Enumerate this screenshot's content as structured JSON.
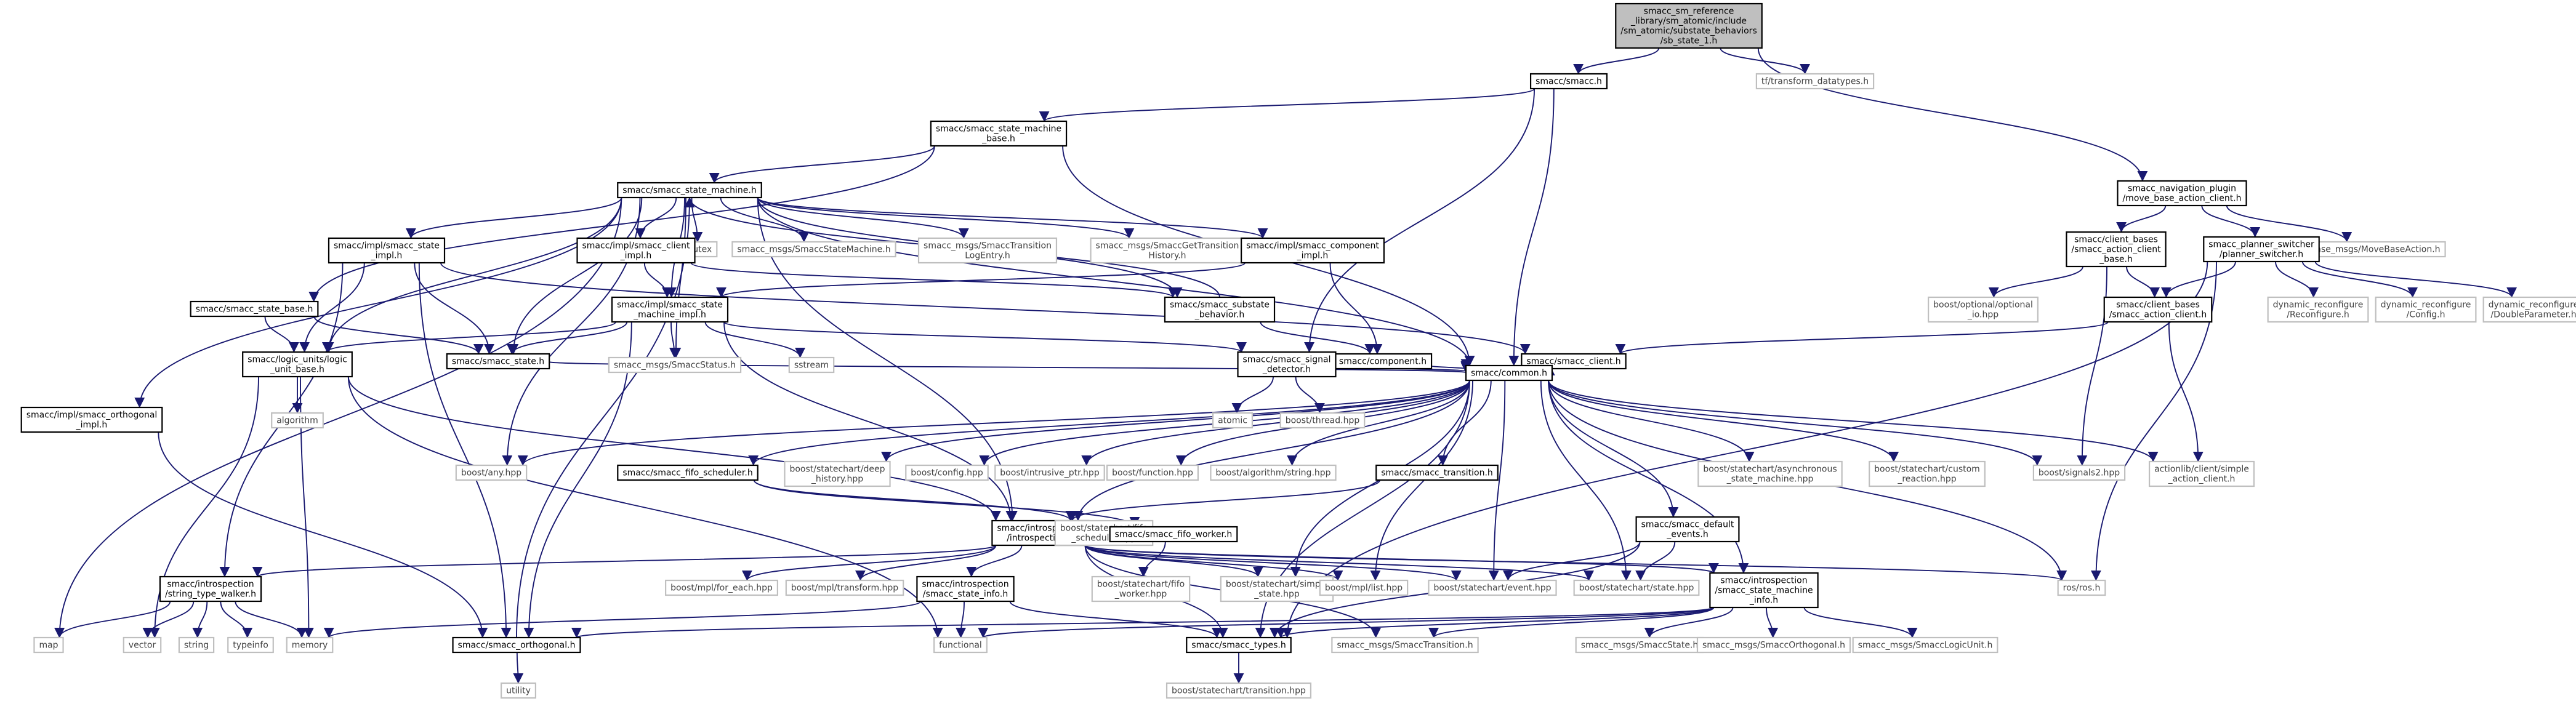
{
  "diagram": {
    "colors": {
      "edge": "#191970",
      "root_fill": "#bfbfbf",
      "root_border": "#000000",
      "node_fill": "#ffffff",
      "documented_border": "#000000",
      "external_border": "#bfbfbf",
      "text": "#000000",
      "external_text": "#404040"
    },
    "nodes": [
      {
        "id": "root",
        "lines": [
          "smacc_sm_reference",
          "_library/sm_atomic/include",
          "/sm_atomic/substate_behaviors",
          "/sb_state_1.h"
        ],
        "kind": "root"
      },
      {
        "id": "smacc_h",
        "lines": [
          "smacc/smacc.h"
        ],
        "kind": "doc"
      },
      {
        "id": "tf",
        "lines": [
          "tf/transform_datatypes.h"
        ],
        "kind": "ext"
      },
      {
        "id": "smb",
        "lines": [
          "smacc/smacc_state_machine",
          "_base.h"
        ],
        "kind": "doc"
      },
      {
        "id": "nav",
        "lines": [
          "smacc_navigation_plugin",
          "/move_base_action_client.h"
        ],
        "kind": "doc"
      },
      {
        "id": "sm",
        "lines": [
          "smacc/smacc_state_machine.h"
        ],
        "kind": "doc"
      },
      {
        "id": "ssi",
        "lines": [
          "smacc/impl/smacc_state",
          "_impl.h"
        ],
        "kind": "doc"
      },
      {
        "id": "mutex",
        "lines": [
          "mutex"
        ],
        "kind": "ext"
      },
      {
        "id": "msm",
        "lines": [
          "smacc_msgs/SmaccStateMachine.h"
        ],
        "kind": "ext"
      },
      {
        "id": "mtle",
        "lines": [
          "smacc_msgs/SmaccTransition",
          "LogEntry.h"
        ],
        "kind": "ext"
      },
      {
        "id": "mgth",
        "lines": [
          "smacc_msgs/SmaccGetTransition",
          "History.h"
        ],
        "kind": "ext"
      },
      {
        "id": "sci",
        "lines": [
          "smacc/impl/smacc_client",
          "_impl.h"
        ],
        "kind": "doc"
      },
      {
        "id": "scmi",
        "lines": [
          "smacc/impl/smacc_component",
          "_impl.h"
        ],
        "kind": "doc"
      },
      {
        "id": "cb",
        "lines": [
          "smacc/client_bases",
          "/smacc_action_client",
          "_base.h"
        ],
        "kind": "doc"
      },
      {
        "id": "mbmsg",
        "lines": [
          "move_base_msgs/MoveBaseAction.h"
        ],
        "kind": "ext"
      },
      {
        "id": "ps",
        "lines": [
          "smacc_planner_switcher",
          "/planner_switcher.h"
        ],
        "kind": "doc"
      },
      {
        "id": "ssb",
        "lines": [
          "smacc/smacc_state_base.h"
        ],
        "kind": "doc"
      },
      {
        "id": "ssmi",
        "lines": [
          "smacc/impl/smacc_state",
          "_machine_impl.h"
        ],
        "kind": "doc"
      },
      {
        "id": "ssub",
        "lines": [
          "smacc/smacc_substate",
          "_behavior.h"
        ],
        "kind": "doc"
      },
      {
        "id": "boptio",
        "lines": [
          "boost/optional/optional",
          "_io.hpp"
        ],
        "kind": "ext"
      },
      {
        "id": "cbac",
        "lines": [
          "smacc/client_bases",
          "/smacc_action_client.h"
        ],
        "kind": "doc"
      },
      {
        "id": "dr1",
        "lines": [
          "dynamic_reconfigure",
          "/Reconfigure.h"
        ],
        "kind": "ext"
      },
      {
        "id": "dr2",
        "lines": [
          "dynamic_reconfigure",
          "/Config.h"
        ],
        "kind": "ext"
      },
      {
        "id": "dr3",
        "lines": [
          "dynamic_reconfigure",
          "/DoubleParameter.h"
        ],
        "kind": "ext"
      },
      {
        "id": "ss",
        "lines": [
          "smacc/smacc_state.h"
        ],
        "kind": "doc"
      },
      {
        "id": "ssmsg",
        "lines": [
          "smacc_msgs/SmaccStatus.h"
        ],
        "kind": "ext"
      },
      {
        "id": "sstream",
        "lines": [
          "sstream"
        ],
        "kind": "ext"
      },
      {
        "id": "comp",
        "lines": [
          "smacc/component.h"
        ],
        "kind": "doc"
      },
      {
        "id": "client",
        "lines": [
          "smacc/smacc_client.h"
        ],
        "kind": "doc"
      },
      {
        "id": "logic",
        "lines": [
          "smacc/logic_units/logic",
          "_unit_base.h"
        ],
        "kind": "doc"
      },
      {
        "id": "sigdet",
        "lines": [
          "smacc/smacc_signal",
          "_detector.h"
        ],
        "kind": "doc"
      },
      {
        "id": "algo",
        "lines": [
          "algorithm"
        ],
        "kind": "ext"
      },
      {
        "id": "orthoi",
        "lines": [
          "smacc/impl/smacc_orthogonal",
          "_impl.h"
        ],
        "kind": "doc"
      },
      {
        "id": "atomic",
        "lines": [
          "atomic"
        ],
        "kind": "ext"
      },
      {
        "id": "bthread",
        "lines": [
          "boost/thread.hpp"
        ],
        "kind": "ext"
      },
      {
        "id": "common",
        "lines": [
          "smacc/common.h"
        ],
        "kind": "doc"
      },
      {
        "id": "bany",
        "lines": [
          "boost/any.hpp"
        ],
        "kind": "ext"
      },
      {
        "id": "fifo",
        "lines": [
          "smacc/smacc_fifo_scheduler.h"
        ],
        "kind": "doc"
      },
      {
        "id": "bsdh",
        "lines": [
          "boost/statechart/deep",
          "_history.hpp"
        ],
        "kind": "ext"
      },
      {
        "id": "bconfig",
        "lines": [
          "boost/config.hpp"
        ],
        "kind": "ext"
      },
      {
        "id": "bintr",
        "lines": [
          "boost/intrusive_ptr.hpp"
        ],
        "kind": "ext"
      },
      {
        "id": "bfunc",
        "lines": [
          "boost/function.hpp"
        ],
        "kind": "ext"
      },
      {
        "id": "balgo",
        "lines": [
          "boost/algorithm/string.hpp"
        ],
        "kind": "ext"
      },
      {
        "id": "trans",
        "lines": [
          "smacc/smacc_transition.h"
        ],
        "kind": "doc"
      },
      {
        "id": "basync",
        "lines": [
          "boost/statechart/asynchronous",
          "_state_machine.hpp"
        ],
        "kind": "ext"
      },
      {
        "id": "bcustom",
        "lines": [
          "boost/statechart/custom",
          "_reaction.hpp"
        ],
        "kind": "ext"
      },
      {
        "id": "bsig",
        "lines": [
          "boost/signals2.hpp"
        ],
        "kind": "ext"
      },
      {
        "id": "actlib",
        "lines": [
          "actionlib/client/simple",
          "_action_client.h"
        ],
        "kind": "ext"
      },
      {
        "id": "intro",
        "lines": [
          "smacc/introspection",
          "/introspection.h"
        ],
        "kind": "doc"
      },
      {
        "id": "bfifos",
        "lines": [
          "boost/statechart/fifo",
          "_scheduler.hpp"
        ],
        "kind": "ext"
      },
      {
        "id": "fifow",
        "lines": [
          "smacc/smacc_fifo_worker.h"
        ],
        "kind": "doc"
      },
      {
        "id": "defev",
        "lines": [
          "smacc/smacc_default",
          "_events.h"
        ],
        "kind": "doc"
      },
      {
        "id": "stw",
        "lines": [
          "smacc/introspection",
          "/string_type_walker.h"
        ],
        "kind": "doc"
      },
      {
        "id": "bforeach",
        "lines": [
          "boost/mpl/for_each.hpp"
        ],
        "kind": "ext"
      },
      {
        "id": "btransf",
        "lines": [
          "boost/mpl/transform.hpp"
        ],
        "kind": "ext"
      },
      {
        "id": "ssinfo",
        "lines": [
          "smacc/introspection",
          "/smacc_state_info.h"
        ],
        "kind": "doc"
      },
      {
        "id": "bfifow",
        "lines": [
          "boost/statechart/fifo",
          "_worker.hpp"
        ],
        "kind": "ext"
      },
      {
        "id": "bsimple",
        "lines": [
          "boost/statechart/simple",
          "_state.hpp"
        ],
        "kind": "ext"
      },
      {
        "id": "blist",
        "lines": [
          "boost/mpl/list.hpp"
        ],
        "kind": "ext"
      },
      {
        "id": "bevent",
        "lines": [
          "boost/statechart/event.hpp"
        ],
        "kind": "ext"
      },
      {
        "id": "bstate",
        "lines": [
          "boost/statechart/state.hpp"
        ],
        "kind": "ext"
      },
      {
        "id": "ssminfo",
        "lines": [
          "smacc/introspection",
          "/smacc_state_machine",
          "_info.h"
        ],
        "kind": "doc"
      },
      {
        "id": "ros",
        "lines": [
          "ros/ros.h"
        ],
        "kind": "ext"
      },
      {
        "id": "map",
        "lines": [
          "map"
        ],
        "kind": "ext"
      },
      {
        "id": "vector",
        "lines": [
          "vector"
        ],
        "kind": "ext"
      },
      {
        "id": "string",
        "lines": [
          "string"
        ],
        "kind": "ext"
      },
      {
        "id": "typeinfo",
        "lines": [
          "typeinfo"
        ],
        "kind": "ext"
      },
      {
        "id": "memory",
        "lines": [
          "memory"
        ],
        "kind": "ext"
      },
      {
        "id": "ortho",
        "lines": [
          "smacc/smacc_orthogonal.h"
        ],
        "kind": "doc"
      },
      {
        "id": "functional",
        "lines": [
          "functional"
        ],
        "kind": "ext"
      },
      {
        "id": "types",
        "lines": [
          "smacc/smacc_types.h"
        ],
        "kind": "doc"
      },
      {
        "id": "mtrans",
        "lines": [
          "smacc_msgs/SmaccTransition.h"
        ],
        "kind": "ext"
      },
      {
        "id": "mstate",
        "lines": [
          "smacc_msgs/SmaccState.h"
        ],
        "kind": "ext"
      },
      {
        "id": "morth",
        "lines": [
          "smacc_msgs/SmaccOrthogonal.h"
        ],
        "kind": "ext"
      },
      {
        "id": "mlogic",
        "lines": [
          "smacc_msgs/SmaccLogicUnit.h"
        ],
        "kind": "ext"
      },
      {
        "id": "utility",
        "lines": [
          "utility"
        ],
        "kind": "ext"
      },
      {
        "id": "btrans",
        "lines": [
          "boost/statechart/transition.hpp"
        ],
        "kind": "ext"
      }
    ],
    "edges": [
      [
        "root",
        "smacc_h"
      ],
      [
        "root",
        "tf"
      ],
      [
        "root",
        "nav"
      ],
      [
        "smacc_h",
        "smb"
      ],
      [
        "smacc_h",
        "sigdet"
      ],
      [
        "smacc_h",
        "common"
      ],
      [
        "smb",
        "sm"
      ],
      [
        "smb",
        "ssb"
      ],
      [
        "smb",
        "common"
      ],
      [
        "nav",
        "cb"
      ],
      [
        "nav",
        "ps"
      ],
      [
        "nav",
        "mbmsg"
      ],
      [
        "sm",
        "mutex"
      ],
      [
        "sm",
        "msm"
      ],
      [
        "sm",
        "mtle"
      ],
      [
        "sm",
        "mgth"
      ],
      [
        "sm",
        "sci"
      ],
      [
        "sm",
        "scmi"
      ],
      [
        "sm",
        "ssi"
      ],
      [
        "sm",
        "ssmi"
      ],
      [
        "sm",
        "ssub"
      ],
      [
        "sm",
        "ss"
      ],
      [
        "sm",
        "ssmsg"
      ],
      [
        "sm",
        "common"
      ],
      [
        "sm",
        "intro"
      ],
      [
        "sm",
        "orthoi"
      ],
      [
        "sm",
        "logic"
      ],
      [
        "sm",
        "bany"
      ],
      [
        "sm",
        "map"
      ],
      [
        "ssi",
        "ss"
      ],
      [
        "ssi",
        "logic"
      ],
      [
        "ssi",
        "stw"
      ],
      [
        "ssi",
        "ortho"
      ],
      [
        "ssi",
        "client"
      ],
      [
        "sci",
        "ssmi"
      ],
      [
        "sci",
        "ssub"
      ],
      [
        "scmi",
        "ssmi"
      ],
      [
        "scmi",
        "comp"
      ],
      [
        "ssmi",
        "ss"
      ],
      [
        "ssmi",
        "ssmsg"
      ],
      [
        "ssmi",
        "sstream"
      ],
      [
        "ssmi",
        "sigdet"
      ],
      [
        "ssmi",
        "intro"
      ],
      [
        "ssmi",
        "ortho"
      ],
      [
        "ssmi",
        "logic"
      ],
      [
        "ssub",
        "sm"
      ],
      [
        "ssub",
        "comp"
      ],
      [
        "cb",
        "boptio"
      ],
      [
        "cb",
        "cbac"
      ],
      [
        "cb",
        "bsig"
      ],
      [
        "ps",
        "cbac"
      ],
      [
        "ps",
        "dr1"
      ],
      [
        "ps",
        "dr2"
      ],
      [
        "ps",
        "dr3"
      ],
      [
        "ps",
        "ros"
      ],
      [
        "ps",
        "types"
      ],
      [
        "cbac",
        "client"
      ],
      [
        "cbac",
        "actlib"
      ],
      [
        "ssb",
        "ss"
      ],
      [
        "ssb",
        "logic"
      ],
      [
        "ss",
        "common"
      ],
      [
        "comp",
        "common"
      ],
      [
        "client",
        "common"
      ],
      [
        "logic",
        "algo"
      ],
      [
        "logic",
        "vector"
      ],
      [
        "logic",
        "memory"
      ],
      [
        "logic",
        "intro"
      ],
      [
        "logic",
        "functional"
      ],
      [
        "sigdet",
        "atomic"
      ],
      [
        "sigdet",
        "bthread"
      ],
      [
        "sigdet",
        "common"
      ],
      [
        "orthoi",
        "ortho"
      ],
      [
        "common",
        "bany"
      ],
      [
        "common",
        "fifo"
      ],
      [
        "common",
        "bsdh"
      ],
      [
        "common",
        "bconfig"
      ],
      [
        "common",
        "bintr"
      ],
      [
        "common",
        "bfunc"
      ],
      [
        "common",
        "balgo"
      ],
      [
        "common",
        "trans"
      ],
      [
        "common",
        "basync"
      ],
      [
        "common",
        "bcustom"
      ],
      [
        "common",
        "bsig"
      ],
      [
        "common",
        "actlib"
      ],
      [
        "common",
        "intro"
      ],
      [
        "common",
        "defev"
      ],
      [
        "common",
        "bsimple"
      ],
      [
        "common",
        "blist"
      ],
      [
        "common",
        "bevent"
      ],
      [
        "common",
        "bstate"
      ],
      [
        "common",
        "ssminfo"
      ],
      [
        "common",
        "ros"
      ],
      [
        "common",
        "types"
      ],
      [
        "fifo",
        "bfifos"
      ],
      [
        "fifo",
        "fifow"
      ],
      [
        "fifow",
        "bfifow"
      ],
      [
        "trans",
        "intro"
      ],
      [
        "intro",
        "stw"
      ],
      [
        "intro",
        "bforeach"
      ],
      [
        "intro",
        "btransf"
      ],
      [
        "intro",
        "ssinfo"
      ],
      [
        "intro",
        "bsimple"
      ],
      [
        "intro",
        "blist"
      ],
      [
        "intro",
        "bevent"
      ],
      [
        "intro",
        "bstate"
      ],
      [
        "intro",
        "ssminfo"
      ],
      [
        "intro",
        "ros"
      ],
      [
        "intro",
        "types"
      ],
      [
        "intro",
        "mtrans"
      ],
      [
        "defev",
        "bevent"
      ],
      [
        "defev",
        "bstate"
      ],
      [
        "defev",
        "types"
      ],
      [
        "stw",
        "map"
      ],
      [
        "stw",
        "vector"
      ],
      [
        "stw",
        "string"
      ],
      [
        "stw",
        "typeinfo"
      ],
      [
        "stw",
        "memory"
      ],
      [
        "ssinfo",
        "memory"
      ],
      [
        "ssinfo",
        "functional"
      ],
      [
        "ssinfo",
        "types"
      ],
      [
        "ssminfo",
        "ortho"
      ],
      [
        "ssminfo",
        "functional"
      ],
      [
        "ssminfo",
        "types"
      ],
      [
        "ssminfo",
        "mtrans"
      ],
      [
        "ssminfo",
        "mstate"
      ],
      [
        "ssminfo",
        "morth"
      ],
      [
        "ssminfo",
        "mlogic"
      ],
      [
        "ortho",
        "sm"
      ],
      [
        "ortho",
        "utility"
      ],
      [
        "types",
        "btrans"
      ]
    ]
  }
}
